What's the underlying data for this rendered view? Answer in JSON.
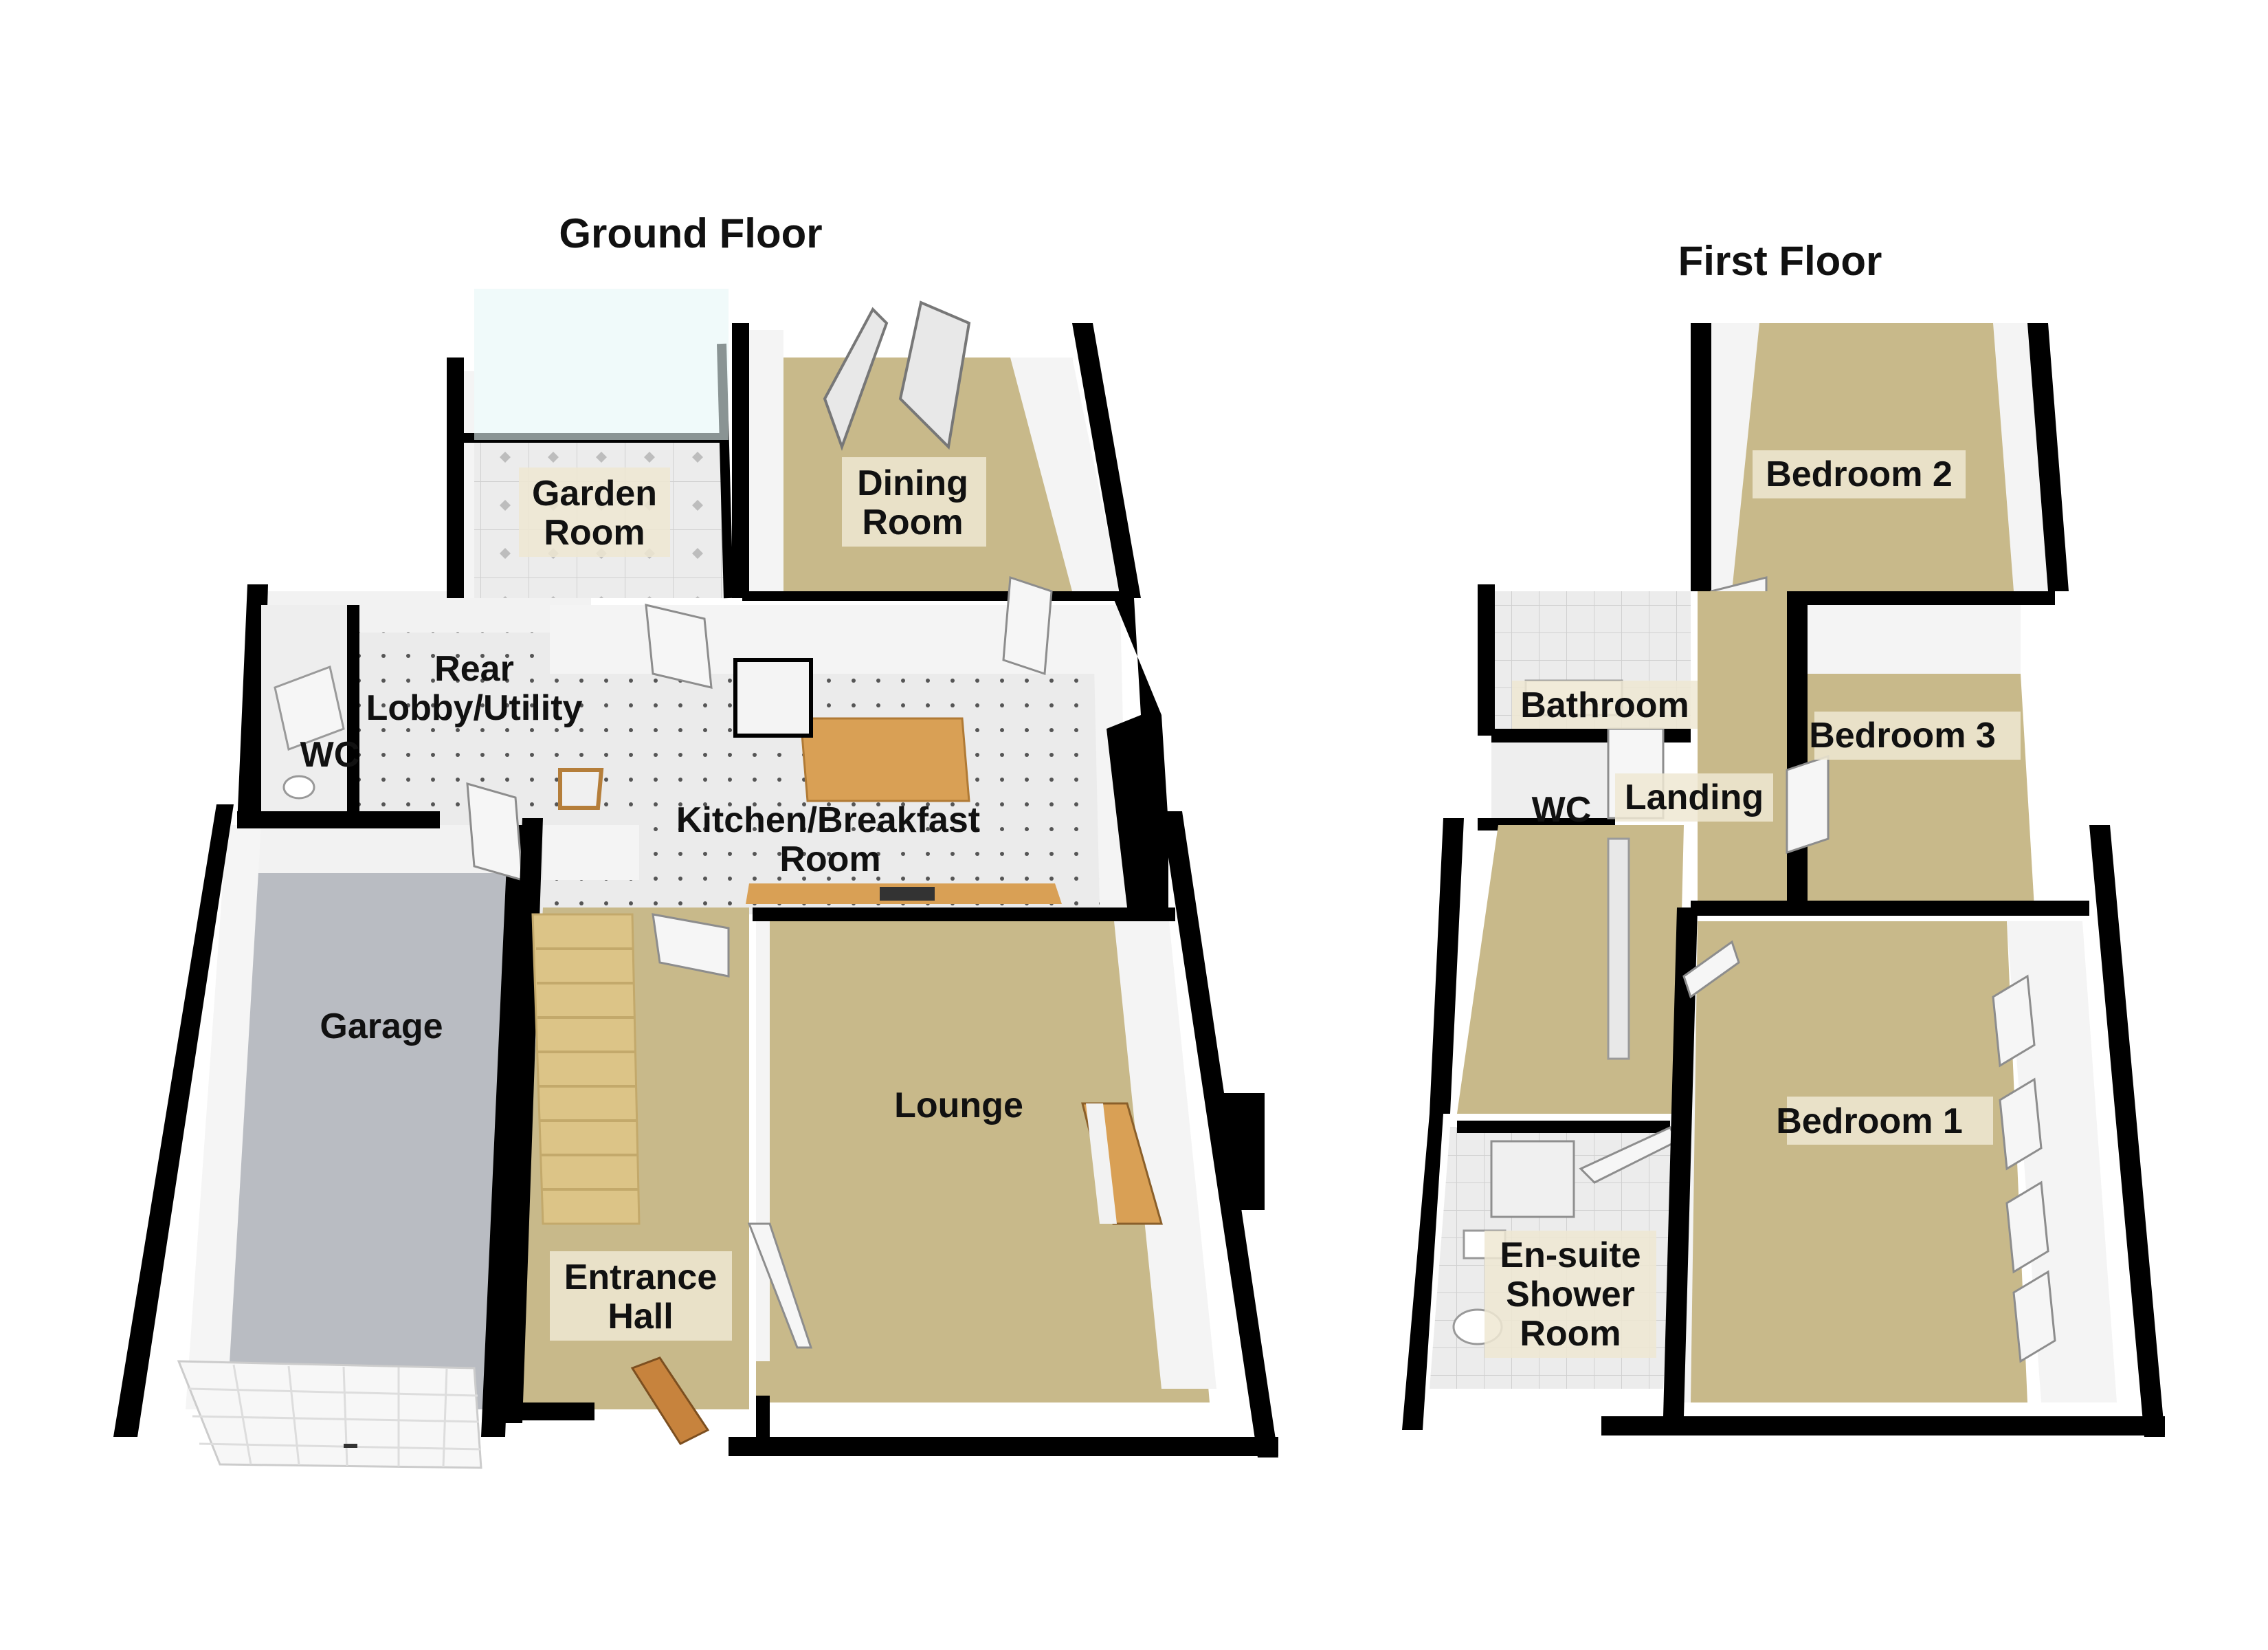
{
  "ground_floor": {
    "title": "Ground Floor",
    "rooms": {
      "garden_room": [
        "Garden",
        "Room"
      ],
      "dining_room": [
        "Dining",
        "Room"
      ],
      "rear_lobby": [
        "Rear",
        "Lobby/Utility"
      ],
      "wc": [
        "WC"
      ],
      "kitchen": [
        "Kitchen/Breakfast",
        "Room"
      ],
      "garage": [
        "Garage"
      ],
      "lounge": [
        "Lounge"
      ],
      "entrance_hall": [
        "Entrance",
        "Hall"
      ]
    }
  },
  "first_floor": {
    "title": "First Floor",
    "rooms": {
      "bedroom_2": [
        "Bedroom 2"
      ],
      "bathroom": [
        "Bathroom"
      ],
      "bedroom_3": [
        "Bedroom 3"
      ],
      "wc": [
        "WC"
      ],
      "landing": [
        "Landing"
      ],
      "bedroom_1": [
        "Bedroom 1"
      ],
      "ensuite": [
        "En-suite",
        "Shower",
        "Room"
      ]
    }
  },
  "colors": {
    "wall": "#000000",
    "wall_inner": "#f4f4f4",
    "carpet": "#c8b98a",
    "tile": "#e6e6e6",
    "garage_floor": "#b9bcc2",
    "worktop": "#d9a055",
    "stairs": "#dcc487",
    "door": "#f2f2f2"
  }
}
